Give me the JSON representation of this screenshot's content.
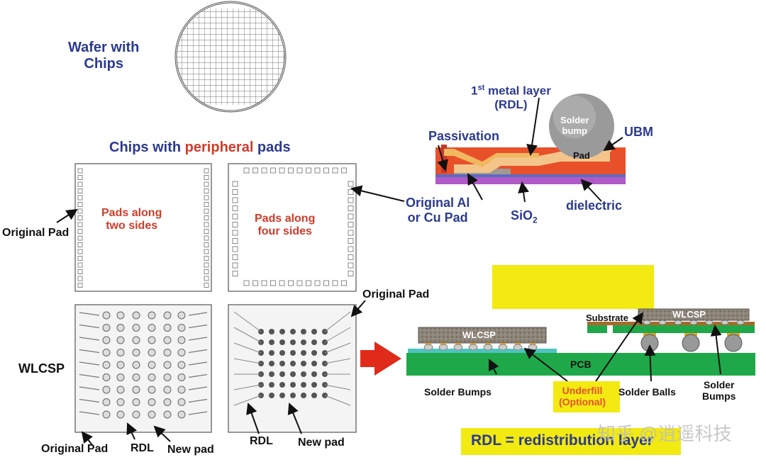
{
  "wafer": {
    "title_line1": "Wafer with",
    "title_line2": "Chips"
  },
  "peripheral": {
    "prefix": "Chips with ",
    "highlight": "peripheral",
    "suffix": " pads",
    "chip1_label_line1": "Pads along",
    "chip1_label_line2": "two sides",
    "chip2_label_line1": "Pads along",
    "chip2_label_line2": "four sides",
    "original_pad": "Original Pad"
  },
  "cross_section": {
    "metal_layer_line1": "1",
    "metal_layer_sup": "st",
    "metal_layer_rest": " metal layer",
    "metal_layer_line2": "(RDL)",
    "passivation": "Passivation",
    "solder_bump_line1": "Solder",
    "solder_bump_line2": "bump",
    "ubm": "UBM",
    "pad": "Pad",
    "original_pad_line1": "Original Al",
    "original_pad_line2": "or Cu Pad",
    "sio2_main": "SiO",
    "sio2_sub": "2",
    "dielectric": "dielectric"
  },
  "wlcsp_section": {
    "wlcsp": "WLCSP",
    "original_pad_bottom": "Original Pad",
    "rdl_left": "RDL",
    "new_pad": "New pad",
    "original_pad_right": "Original Pad",
    "rdl_right": "RDL",
    "new_pad_right": "New pad"
  },
  "assembly": {
    "wlcsp_left": "WLCSP",
    "wlcsp_right": "WLCSP",
    "substrate": "Substrate",
    "pcb": "PCB",
    "solder_bumps_left": "Solder Bumps",
    "underfill_line1": "Underfill",
    "underfill_line2": "(Optional)",
    "solder_balls": "Solder Balls",
    "solder_bumps_right_line1": "Solder",
    "solder_bumps_right_line2": "Bumps"
  },
  "caption": "RDL = redistribution layer",
  "watermark": "知乎 @逍遥科技",
  "colors": {
    "blue_text": "#2b3a8f",
    "red_text": "#d23b2a",
    "yellow": "#f2ea10",
    "pcb_green": "#1fa84a",
    "arrow_red": "#e02a1a",
    "passivation_orange": "#e8502a",
    "dielectric_purple": "#b05ac8"
  }
}
